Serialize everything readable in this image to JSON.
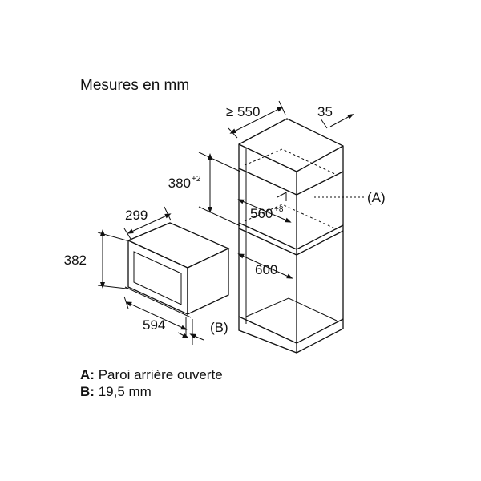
{
  "title": "Mesures en mm",
  "dimensions": {
    "cabinet_depth": "≥ 550",
    "top_offset": "35",
    "opening_height": "380",
    "opening_height_tol": "+2",
    "opening_width": "560",
    "opening_width_tol": "+8",
    "inner_depth": "600",
    "appliance_depth": "299",
    "appliance_height": "382",
    "appliance_width": "594"
  },
  "callouts": {
    "a": "(A)",
    "b": "(B)"
  },
  "legend": [
    {
      "key": "A:",
      "text": "Paroi arrière ouverte"
    },
    {
      "key": "B:",
      "text": "19,5 mm"
    }
  ]
}
